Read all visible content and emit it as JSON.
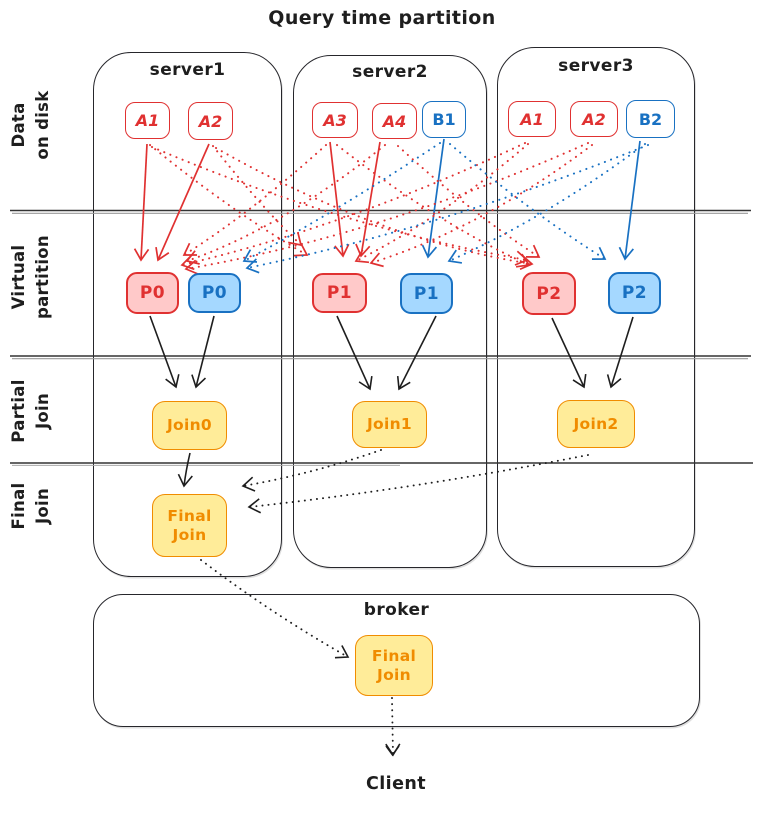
{
  "title": "Query time partition",
  "row_labels": [
    {
      "line1": "Data",
      "line2": "on disk"
    },
    {
      "line1": "Virtual",
      "line2": "partition"
    },
    {
      "line1": "Partial",
      "line2": "Join"
    },
    {
      "line1": "Final",
      "line2": "Join"
    }
  ],
  "servers": [
    {
      "name": "server1",
      "chunks": [
        {
          "label": "A1",
          "color": "red"
        },
        {
          "label": "A2",
          "color": "red"
        }
      ],
      "partitions": [
        {
          "label": "P0",
          "color": "red"
        },
        {
          "label": "P0",
          "color": "blue"
        }
      ],
      "join": {
        "label": "Join0"
      }
    },
    {
      "name": "server2",
      "chunks": [
        {
          "label": "A3",
          "color": "red"
        },
        {
          "label": "A4",
          "color": "red"
        },
        {
          "label": "B1",
          "color": "blue"
        }
      ],
      "partitions": [
        {
          "label": "P1",
          "color": "red"
        },
        {
          "label": "P1",
          "color": "blue"
        }
      ],
      "join": {
        "label": "Join1"
      }
    },
    {
      "name": "server3",
      "chunks": [
        {
          "label": "A1",
          "color": "red"
        },
        {
          "label": "A2",
          "color": "red"
        },
        {
          "label": "B2",
          "color": "blue"
        }
      ],
      "partitions": [
        {
          "label": "P2",
          "color": "red"
        },
        {
          "label": "P2",
          "color": "blue"
        }
      ],
      "join": {
        "label": "Join2"
      }
    }
  ],
  "final_join": {
    "line1": "Final",
    "line2": "Join"
  },
  "broker": {
    "name": "broker",
    "final_join": {
      "line1": "Final",
      "line2": "Join"
    }
  },
  "client_label": "Client",
  "colors": {
    "red": "#e03131",
    "red_fill": "#ffc9c9",
    "blue": "#1971c2",
    "blue_fill": "#a5d8ff",
    "orange": "#f08c00",
    "yellow_fill": "#ffec99",
    "ink": "#1e1e1e"
  }
}
